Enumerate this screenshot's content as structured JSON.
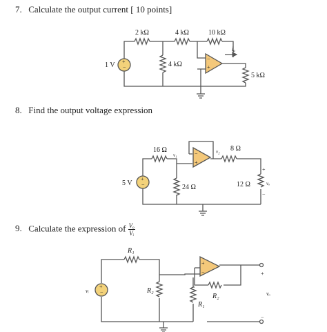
{
  "questions": [
    {
      "number": "7.",
      "text": "Calculate the output current [ 10 points]"
    },
    {
      "number": "8.",
      "text": "Find the output voltage expression"
    },
    {
      "number": "9.",
      "text": "Calculate the expression of",
      "frac_num": "Vₒ",
      "frac_den": "Vᵢ"
    }
  ],
  "circuit1": {
    "r1": "2 kΩ",
    "r2": "4 kΩ",
    "r3": "10 kΩ",
    "r_shunt": "4 kΩ",
    "r_load": "5 kΩ",
    "source": "1 V",
    "current": "iₒ"
  },
  "circuit2": {
    "r1": "16 Ω",
    "r2": "8 Ω",
    "r3": "24 Ω",
    "r4": "12 Ω",
    "source": "5 V",
    "v1": "v₁",
    "v2": "v₂",
    "vo": "vₒ"
  },
  "circuit3": {
    "r1_top": "R₁",
    "r2_shunt": "R₂",
    "r2_fb": "R₂",
    "r1_gnd": "R₁",
    "vi": "vᵢ",
    "vo": "vₒ"
  },
  "colors": {
    "opamp_fill": "#f4c87a",
    "wire": "#555555",
    "source_fill": "#f3d27a"
  }
}
